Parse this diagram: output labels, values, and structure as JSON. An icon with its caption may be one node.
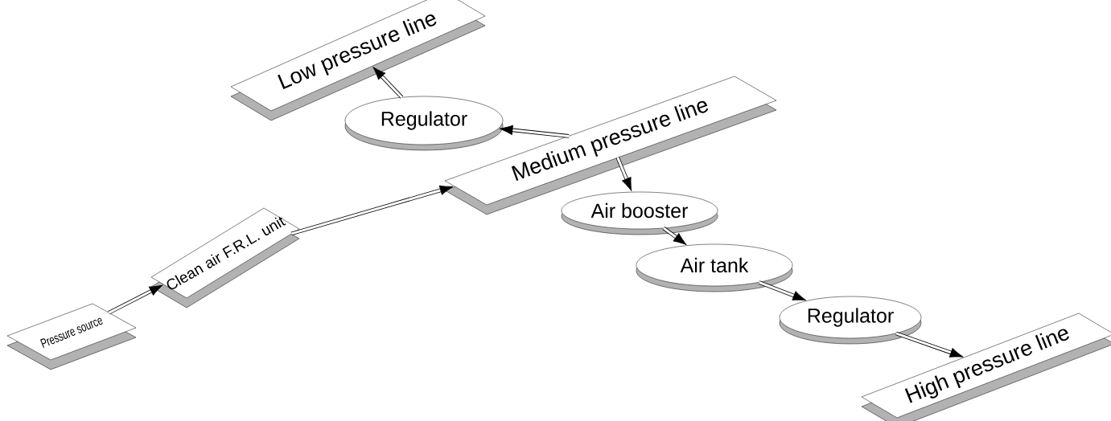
{
  "diagram": {
    "nodes": [
      {
        "text": [
          "Pressure source"
        ]
      },
      {
        "text": [
          "Clean air F.R.L. unit"
        ]
      },
      {
        "text": [
          "Medium pressure line"
        ]
      },
      {
        "text": [
          "Regulator"
        ]
      },
      {
        "text": [
          "Low pressure line"
        ]
      },
      {
        "text": [
          "Air booster"
        ]
      },
      {
        "text": [
          "Air tank"
        ]
      },
      {
        "text": [
          "Regulator"
        ]
      },
      {
        "text": [
          "High pressure line"
        ]
      }
    ],
    "edges": [
      {
        "from": 0,
        "to": 1,
        "arrow": "to"
      },
      {
        "from": 1,
        "to": 2,
        "arrow": "to"
      },
      {
        "from": 2,
        "to": 3,
        "arrow": "to"
      },
      {
        "from": 3,
        "to": 4,
        "arrow": "to"
      },
      {
        "from": 2,
        "to": 5,
        "arrow": "to"
      },
      {
        "from": 5,
        "to": 6,
        "arrow": "to"
      },
      {
        "from": 6,
        "to": 7,
        "arrow": "to"
      },
      {
        "from": 7,
        "to": 8,
        "arrow": "to"
      }
    ]
  }
}
